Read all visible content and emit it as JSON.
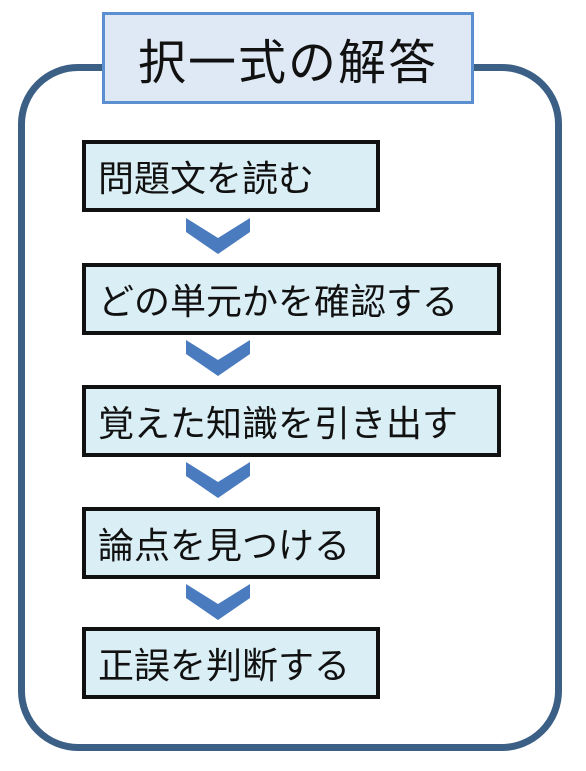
{
  "title": "択一式の解答",
  "steps": [
    {
      "label": "問題文を読む"
    },
    {
      "label": "どの単元かを確認する"
    },
    {
      "label": "覚えた知識を引き出す"
    },
    {
      "label": "論点を見つける"
    },
    {
      "label": "正誤を判断する"
    }
  ],
  "colors": {
    "frame": "#3c5f86",
    "title_border": "#5b8fcf",
    "title_fill": "#dfe9f5",
    "step_fill": "#daeef5",
    "step_border": "#111111",
    "arrow_fill": "#4a7bbf"
  },
  "icons": {
    "connector": "chevron-down-icon"
  }
}
